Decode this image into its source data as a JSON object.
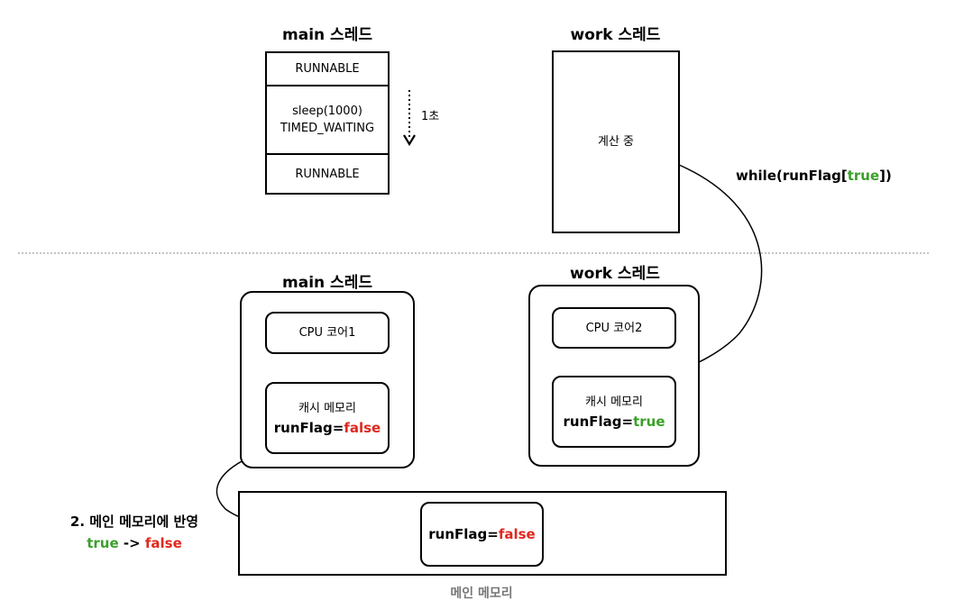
{
  "top": {
    "main_thread_title": "main 스레드",
    "work_thread_title": "work 스레드",
    "main_states": [
      "RUNNABLE",
      "sleep(1000)",
      "TIMED_WAITING",
      "RUNNABLE"
    ],
    "duration_label": "1초",
    "work_state": "계산 중",
    "loop_label_prefix": "while(runFlag[",
    "loop_label_value": "true",
    "loop_label_suffix": "])"
  },
  "bottom": {
    "main_thread_title": "main 스레드",
    "work_thread_title": "work 스레드",
    "main_cpu": "CPU 코어1",
    "work_cpu": "CPU 코어2",
    "main_cache_title": "캐시 메모리",
    "main_cache_var": "runFlag=",
    "main_cache_value": "false",
    "work_cache_title": "캐시 메모리",
    "work_cache_var": "runFlag=",
    "work_cache_value": "true",
    "reflect_label": "2. 메인 메모리에 반영",
    "reflect_from": "true",
    "reflect_arrow": "->",
    "reflect_to": "false",
    "main_memory_var": "runFlag=",
    "main_memory_value": "false",
    "main_memory_label": "메인 메모리"
  },
  "colors": {
    "true": "#3aa02a",
    "false": "#e0281e",
    "label_grey": "#777777"
  }
}
